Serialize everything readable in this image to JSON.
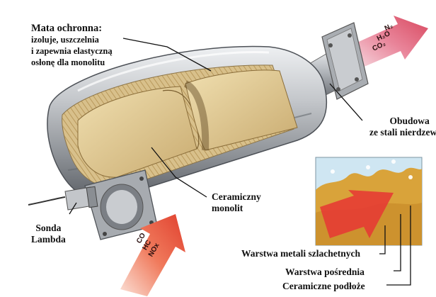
{
  "labels": {
    "protective_mat": {
      "title": "Mata ochronna:",
      "lines": [
        "izoluje, uszczelnia",
        "i zapewnia elastyczną",
        "osłonę dla monolitu"
      ]
    },
    "housing": {
      "lines": [
        "Obudowa",
        "ze stali nierdzewnej"
      ]
    },
    "ceramic_monolith": {
      "lines": [
        "Ceramiczny",
        "monolit"
      ]
    },
    "lambda_sensor": {
      "lines": [
        "Sonda",
        "Lambda"
      ]
    },
    "layers": {
      "noble_metals": "Warstwa metali szlachetnych",
      "intermediate": "Warstwa pośrednia",
      "ceramic_substrate": "Ceramiczne podłoże"
    }
  },
  "gases": {
    "inlet": [
      "CO",
      "HC",
      "NOx"
    ],
    "outlet": [
      "CO₂",
      "H₂O",
      "N₂"
    ]
  },
  "colors": {
    "arrow_fill": "#e24a4a",
    "arrow_outlet": "#d8485f",
    "steel": "#b5b8bc",
    "monolith": "#e2cc97",
    "catalyst_layer": "#d9a33a",
    "label_text": "#111111"
  }
}
